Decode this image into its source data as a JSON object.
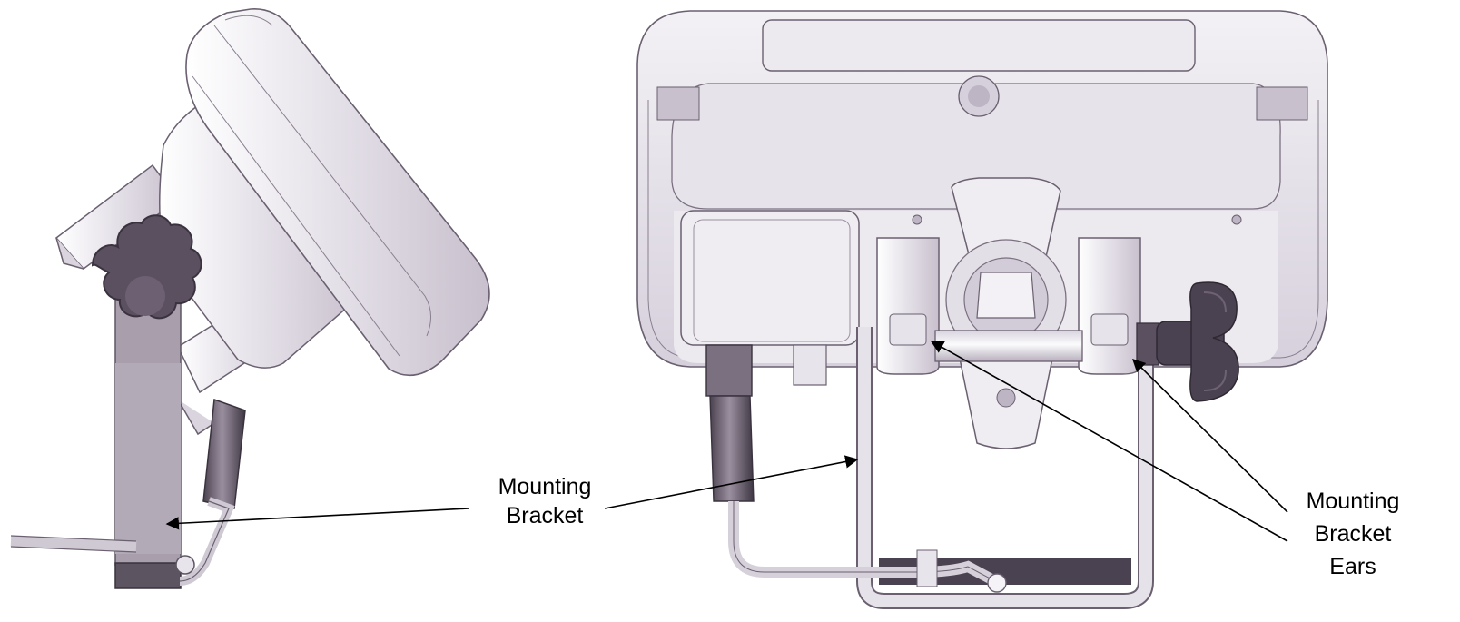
{
  "labels": {
    "bracket": [
      "Mounting",
      "Bracket"
    ],
    "ears": [
      "Mounting",
      "Bracket",
      "Ears"
    ]
  },
  "colors": {
    "body_light": "#efecf2",
    "body_mid": "#d9d4de",
    "body_shadow": "#bdb5c3",
    "outline": "#6a6070",
    "knob": "#5b5060",
    "knob_dark": "#3a323e",
    "bracket_side": "#a59aa8",
    "arrow": "#000000"
  },
  "icons": {
    "knob": "star-knob-icon",
    "connector": "cable-connector-icon"
  }
}
